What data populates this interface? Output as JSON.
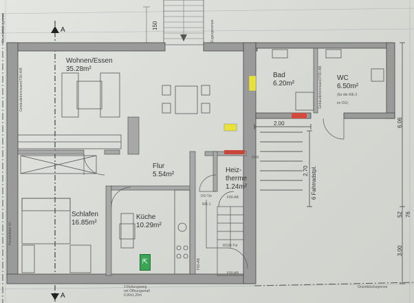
{
  "sections": {
    "a_top": "A",
    "a_bottom": "A"
  },
  "rooms": {
    "wohnen": {
      "name": "Wohnen/Essen",
      "area": "35.28m²"
    },
    "flur": {
      "name": "Flur",
      "area": "5.54m²"
    },
    "schlafen": {
      "name": "Schlafen",
      "area": "16.85m²"
    },
    "kueche": {
      "name": "Küche",
      "area": "10.29m²"
    },
    "bad": {
      "name": "Bad",
      "area": "6.20m²"
    },
    "wc": {
      "name": "WC",
      "area": "6.50m²",
      "note": "(für die WE-2",
      "note2": "im OG)"
    },
    "heiz": {
      "name": "Heiz-",
      "name2": "therme",
      "area": "1.24m²"
    }
  },
  "annotations": {
    "fahrrad": "6 Fahrradstpl.",
    "grundstueck_left": "Grundstücksgrenze",
    "grundstueck_bottom": "Grundstücksgrenze",
    "gebaeudetrennwand_left": "Gebäudetrennwand F90-A/B",
    "gebaeudetrennwand_right": "Gebäudetrennwand F90-AB",
    "parallelaufschlag": "Paralleltafel 10",
    "rettungsweg": "2.Rettungsweg",
    "rettungsweg2": "mit Öffnungsmaß",
    "rettungsweg3": "0,90x1,20m",
    "ds_tuer": "DS-Tür",
    "we1": "WE-1",
    "rs30": "RS30-Tür",
    "f90ab_1": "F90-AB",
    "f90ab_2": "F90-AB",
    "f90ab_3": "F90-AB",
    "zugang": "Zugangsrampe",
    "drk": "DRK"
  },
  "dimensions": {
    "d200": "2.00",
    "d270": "2.70",
    "d606": "6.06",
    "d150": "150",
    "d300": "3.00",
    "d52": "52",
    "d76": "76"
  },
  "exit_sign": "⇱"
}
